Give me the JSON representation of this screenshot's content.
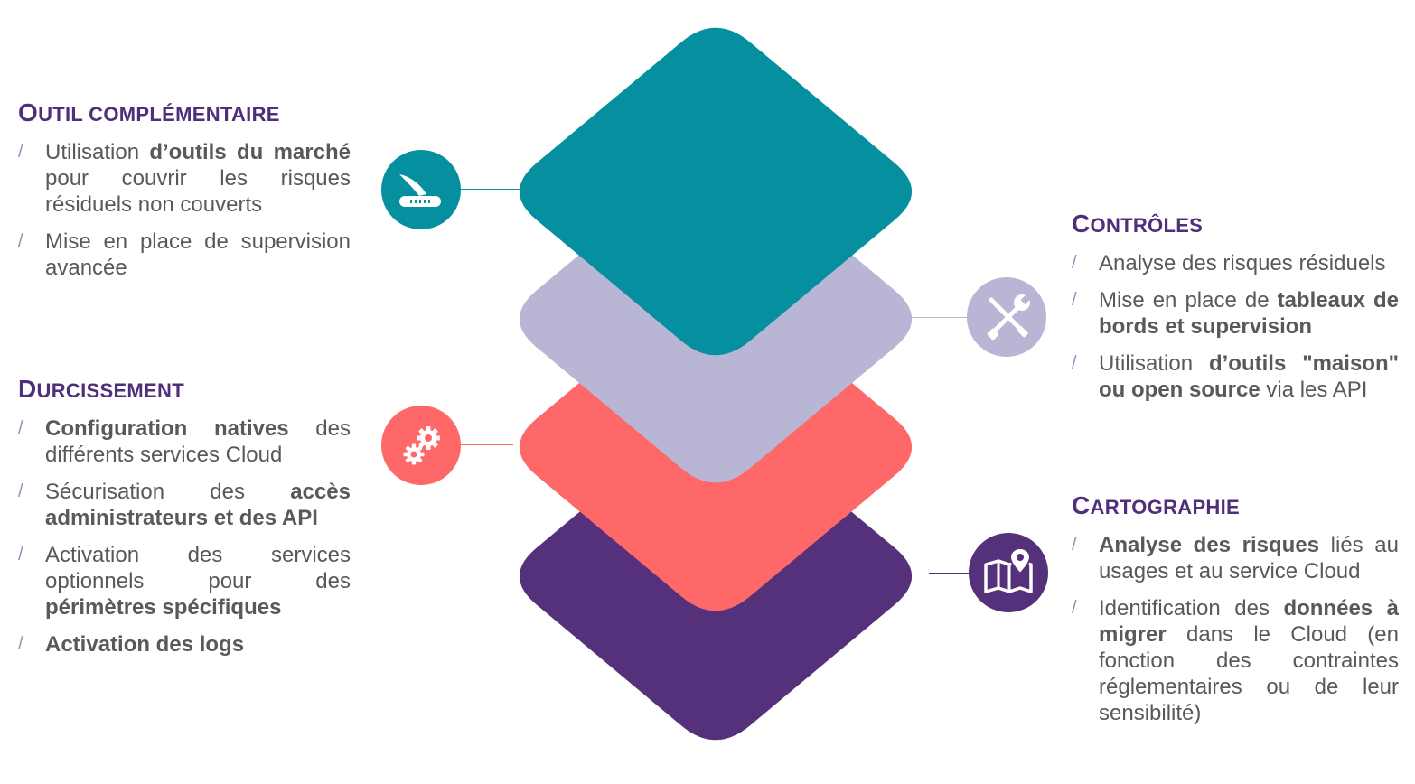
{
  "colors": {
    "teal": "#068f9f",
    "lavender": "#b8b5d5",
    "coral": "#fe6868",
    "purple": "#54317a",
    "title": "#4f2e7a",
    "text": "#595959"
  },
  "layers": [
    {
      "name": "cartographie",
      "color": "#54317a"
    },
    {
      "name": "durcissement",
      "color": "#fe6868"
    },
    {
      "name": "controles",
      "color": "#b8b5d5"
    },
    {
      "name": "outil",
      "color": "#068f9f"
    }
  ],
  "outil": {
    "title_initial": "O",
    "title_rest": "UTIL COMPLÉMENTAIRE",
    "icon": "pocket-knife-icon",
    "items": [
      [
        {
          "t": "Utilisation "
        },
        {
          "t": "d’outils du marché",
          "b": true
        },
        {
          "t": " pour couvrir les risques résiduels non couverts"
        }
      ],
      [
        {
          "t": "Mise en place de supervision avancée"
        }
      ]
    ]
  },
  "durcissement": {
    "title_initial": "D",
    "title_rest": "URCISSEMENT",
    "icon": "gears-icon",
    "items": [
      [
        {
          "t": "Configuration natives",
          "b": true
        },
        {
          "t": " des différents services Cloud"
        }
      ],
      [
        {
          "t": "Sécurisation des "
        },
        {
          "t": "accès administrateurs et des API",
          "b": true
        }
      ],
      [
        {
          "t": "Activation des services optionnels pour des "
        },
        {
          "t": "périmètres spécifiques",
          "b": true
        }
      ],
      [
        {
          "t": "Activation des logs",
          "b": true
        }
      ]
    ]
  },
  "controles": {
    "title_initial": "C",
    "title_rest": "ONTRÔLES",
    "icon": "tools-icon",
    "items": [
      [
        {
          "t": "Analyse des risques résiduels"
        }
      ],
      [
        {
          "t": "Mise en place de "
        },
        {
          "t": "tableaux de bords et supervision",
          "b": true
        }
      ],
      [
        {
          "t": "Utilisation "
        },
        {
          "t": "d’outils \"maison\" ou open source",
          "b": true
        },
        {
          "t": " via les API"
        }
      ]
    ]
  },
  "cartographie": {
    "title_initial": "C",
    "title_rest": "ARTOGRAPHIE",
    "icon": "map-pin-icon",
    "items": [
      [
        {
          "t": "Analyse des risques",
          "b": true
        },
        {
          "t": " liés au usages et au service Cloud"
        }
      ],
      [
        {
          "t": "Identification des "
        },
        {
          "t": "données à migrer",
          "b": true
        },
        {
          "t": " dans le Cloud (en fonction des contraintes réglementaires ou de leur sensibilité)"
        }
      ]
    ]
  }
}
